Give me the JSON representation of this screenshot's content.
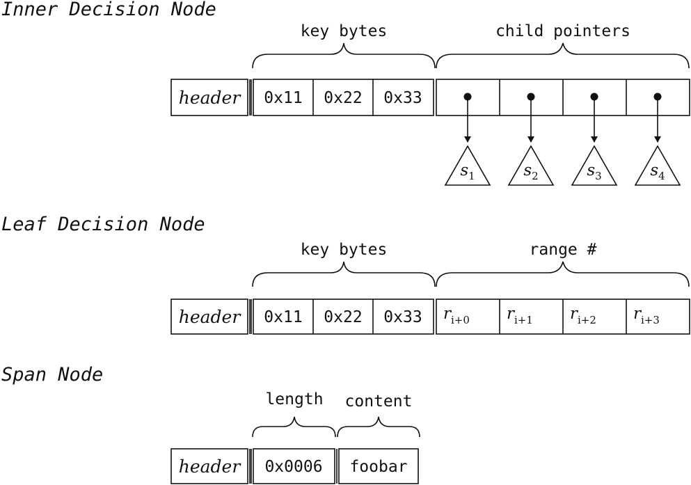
{
  "inner": {
    "title": "Inner Decision Node",
    "header": "header",
    "key_label": "key bytes",
    "keys": [
      "0x11",
      "0x22",
      "0x33"
    ],
    "child_label": "child pointers",
    "subtrees": [
      {
        "base": "s",
        "sub": "1"
      },
      {
        "base": "s",
        "sub": "2"
      },
      {
        "base": "s",
        "sub": "3"
      },
      {
        "base": "s",
        "sub": "4"
      }
    ]
  },
  "leaf": {
    "title": "Leaf Decision Node",
    "header": "header",
    "key_label": "key bytes",
    "keys": [
      "0x11",
      "0x22",
      "0x33"
    ],
    "range_label": "range #",
    "ranges": [
      {
        "base": "r",
        "sub": "i+0"
      },
      {
        "base": "r",
        "sub": "i+1"
      },
      {
        "base": "r",
        "sub": "i+2"
      },
      {
        "base": "r",
        "sub": "i+3"
      }
    ]
  },
  "span": {
    "title": "Span Node",
    "header": "header",
    "length_label": "length",
    "length_value": "0x0006",
    "content_label": "content",
    "content_value": "foobar"
  }
}
